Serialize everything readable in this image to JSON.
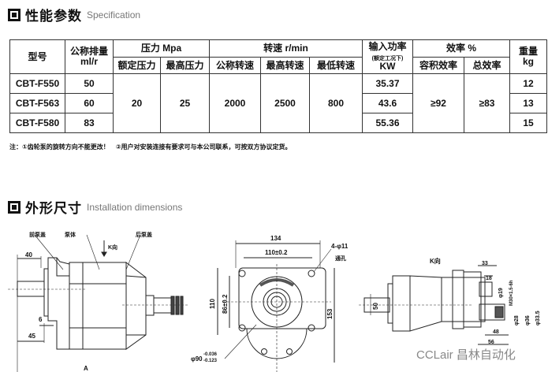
{
  "spec": {
    "title_zh": "性能参数",
    "title_en": "Specification"
  },
  "table": {
    "h_model": "型号",
    "h_disp": "公称排量",
    "h_disp_unit": "ml/r",
    "h_pressure": "压力 Mpa",
    "h_rated_p": "额定压力",
    "h_max_p": "最高压力",
    "h_speed": "转速 r/min",
    "h_nom_s": "公称转速",
    "h_max_s": "最高转速",
    "h_min_s": "最低转速",
    "h_power": "输入功率",
    "h_power_note": "(额定工况下)",
    "h_power_unit": "KW",
    "h_eff": "效率 %",
    "h_vol_eff": "容积效率",
    "h_tot_eff": "总效率",
    "h_weight": "重量",
    "h_weight_unit": "kg",
    "rated_p": "20",
    "max_p": "25",
    "nom_s": "2000",
    "max_s": "2500",
    "min_s": "800",
    "vol_eff": "≥92",
    "tot_eff": "≥83",
    "rows": [
      {
        "model": "CBT-F550",
        "disp": "50",
        "power": "35.37",
        "weight": "12"
      },
      {
        "model": "CBT-F563",
        "disp": "60",
        "power": "43.6",
        "weight": "13"
      },
      {
        "model": "CBT-F580",
        "disp": "83",
        "power": "55.36",
        "weight": "15"
      }
    ]
  },
  "note": "注：①齿轮泵的旋转方向不能更改！　②用户对安装连接有要求可与本公司联系，可按双方协议定货。",
  "install": {
    "title_zh": "外形尺寸",
    "title_en": "Installation dimensions"
  },
  "drawing1": {
    "front_cover": "前泵盖",
    "body": "泵体",
    "rear_cover": "后泵盖",
    "k_dir": "K向",
    "d40": "40",
    "d6": "6",
    "d45": "45",
    "dA": "A"
  },
  "drawing2": {
    "d134": "134",
    "d110": "110±0.2",
    "holes": "4-φ11",
    "through": "通孔",
    "d110v": "110",
    "d86": "86±0.2",
    "d153": "153",
    "d90": "φ90",
    "tol1": "-0.036",
    "tol2": "-0.123"
  },
  "drawing3": {
    "k_view": "K向",
    "d33": "33",
    "d18": "18",
    "d19": "φ19",
    "thread": "M30×1.5-6h",
    "d50": "50",
    "d28": "φ28",
    "d36": "φ36",
    "d33_5": "φ33.5",
    "d48": "48",
    "d56": "56"
  },
  "watermark": "CCLair 昌林自动化"
}
